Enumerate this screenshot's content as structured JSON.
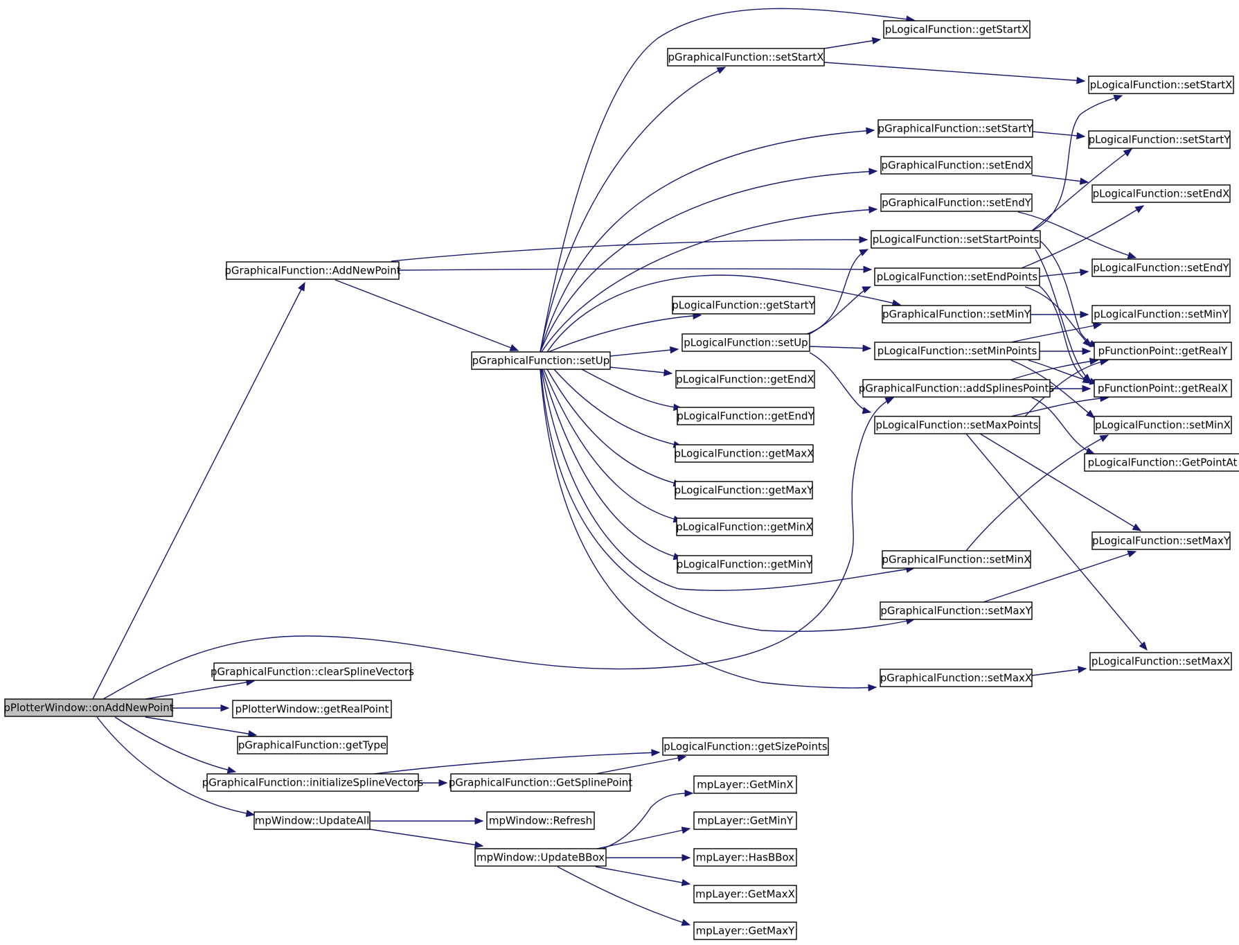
{
  "diagram": {
    "nodes": [
      {
        "id": "n0",
        "label": "pPlotterWindow::onAddNewPoint",
        "root": true
      },
      {
        "id": "n1",
        "label": "pGraphicalFunction::AddNewPoint"
      },
      {
        "id": "n2",
        "label": "pGraphicalFunction::setUp"
      },
      {
        "id": "n3",
        "label": "pGraphicalFunction::setStartX"
      },
      {
        "id": "n4",
        "label": "pLogicalFunction::getStartX"
      },
      {
        "id": "n5",
        "label": "pLogicalFunction::setStartX"
      },
      {
        "id": "n6",
        "label": "pGraphicalFunction::setStartY"
      },
      {
        "id": "n7",
        "label": "pLogicalFunction::setStartY"
      },
      {
        "id": "n8",
        "label": "pGraphicalFunction::setEndX"
      },
      {
        "id": "n9",
        "label": "pLogicalFunction::setEndX"
      },
      {
        "id": "n10",
        "label": "pGraphicalFunction::setEndY"
      },
      {
        "id": "n11",
        "label": "pLogicalFunction::setStartPoints"
      },
      {
        "id": "n12",
        "label": "pLogicalFunction::setEndPoints"
      },
      {
        "id": "n13",
        "label": "pLogicalFunction::setEndY"
      },
      {
        "id": "n14",
        "label": "pLogicalFunction::getStartY"
      },
      {
        "id": "n15",
        "label": "pGraphicalFunction::setMinY"
      },
      {
        "id": "n16",
        "label": "pLogicalFunction::setMinY"
      },
      {
        "id": "n17",
        "label": "pLogicalFunction::setUp"
      },
      {
        "id": "n18",
        "label": "pLogicalFunction::setMinPoints"
      },
      {
        "id": "n19",
        "label": "pFunctionPoint::getRealY"
      },
      {
        "id": "n20",
        "label": "pGraphicalFunction::addSplinesPoints"
      },
      {
        "id": "n21",
        "label": "pFunctionPoint::getRealX"
      },
      {
        "id": "n22",
        "label": "pLogicalFunction::getEndX"
      },
      {
        "id": "n23",
        "label": "pLogicalFunction::setMaxPoints"
      },
      {
        "id": "n24",
        "label": "pLogicalFunction::setMinX"
      },
      {
        "id": "n25",
        "label": "pLogicalFunction::getEndY"
      },
      {
        "id": "n26",
        "label": "pLogicalFunction::GetPointAt"
      },
      {
        "id": "n27",
        "label": "pLogicalFunction::getMaxX"
      },
      {
        "id": "n28",
        "label": "pLogicalFunction::getMaxY"
      },
      {
        "id": "n29",
        "label": "pLogicalFunction::getMinX"
      },
      {
        "id": "n30",
        "label": "pLogicalFunction::setMaxY"
      },
      {
        "id": "n31",
        "label": "pGraphicalFunction::setMinX"
      },
      {
        "id": "n32",
        "label": "pLogicalFunction::getMinY"
      },
      {
        "id": "n33",
        "label": "pGraphicalFunction::setMaxY"
      },
      {
        "id": "n34",
        "label": "pLogicalFunction::setMaxX"
      },
      {
        "id": "n35",
        "label": "pGraphicalFunction::setMaxX"
      },
      {
        "id": "n36",
        "label": "pGraphicalFunction::clearSplineVectors"
      },
      {
        "id": "n37",
        "label": "pPlotterWindow::getRealPoint"
      },
      {
        "id": "n38",
        "label": "pGraphicalFunction::getType"
      },
      {
        "id": "n39",
        "label": "pLogicalFunction::getSizePoints"
      },
      {
        "id": "n40",
        "label": "pGraphicalFunction::initializeSplineVectors"
      },
      {
        "id": "n41",
        "label": "pGraphicalFunction::GetSplinePoint"
      },
      {
        "id": "n42",
        "label": "mpLayer::GetMinX"
      },
      {
        "id": "n43",
        "label": "mpWindow::UpdateAll"
      },
      {
        "id": "n44",
        "label": "mpWindow::Refresh"
      },
      {
        "id": "n45",
        "label": "mpLayer::GetMinY"
      },
      {
        "id": "n46",
        "label": "mpWindow::UpdateBBox"
      },
      {
        "id": "n47",
        "label": "mpLayer::HasBBox"
      },
      {
        "id": "n48",
        "label": "mpLayer::GetMaxX"
      },
      {
        "id": "n49",
        "label": "mpLayer::GetMaxY"
      }
    ]
  }
}
